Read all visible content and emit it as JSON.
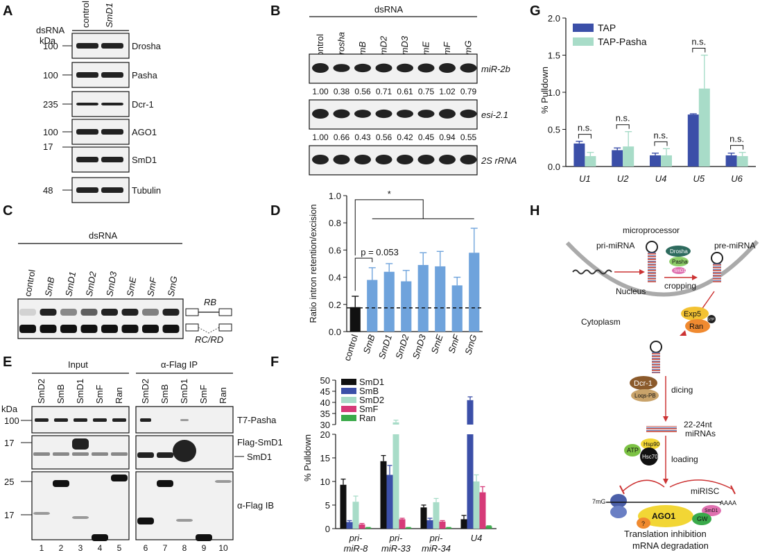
{
  "panels": {
    "A": {
      "label": "A",
      "y_caption": "dsRNA",
      "kda_caption": "kDa",
      "lanes": [
        "control",
        "SmD1"
      ],
      "blots": [
        {
          "marker": "100",
          "protein": "Drosha"
        },
        {
          "marker": "100",
          "protein": "Pasha"
        },
        {
          "marker": "235",
          "protein": "Dcr-1"
        },
        {
          "marker": "100",
          "protein": "AGO1"
        },
        {
          "marker": "17",
          "protein": "SmD1"
        },
        {
          "marker": "48",
          "protein": "Tubulin"
        }
      ]
    },
    "B": {
      "label": "B",
      "header": "dsRNA",
      "lanes": [
        "control",
        "Drosha",
        "SmB",
        "SmD2",
        "SmD3",
        "SmE",
        "SmF",
        "SmG"
      ],
      "blots": [
        {
          "name": "miR-2b",
          "values": [
            "1.00",
            "0.38",
            "0.56",
            "0.71",
            "0.61",
            "0.75",
            "1.02",
            "0.79"
          ]
        },
        {
          "name": "esi-2.1",
          "values": [
            "1.00",
            "0.66",
            "0.43",
            "0.56",
            "0.42",
            "0.45",
            "0.94",
            "0.55"
          ]
        },
        {
          "name": "2S rRNA",
          "values": []
        }
      ]
    },
    "C": {
      "label": "C",
      "header": "dsRNA",
      "lanes": [
        "control",
        "SmB",
        "SmD1",
        "SmD2",
        "SmD3",
        "SmE",
        "SmF",
        "SmG"
      ],
      "isoforms": [
        "RB",
        "RC/RD"
      ]
    },
    "E": {
      "label": "E",
      "group_input": "Input",
      "group_ip": "α-Flag IP",
      "kda_caption": "kDa",
      "lanes": [
        "SmD2",
        "SmB",
        "SmD1",
        "SmF",
        "Ran"
      ],
      "lane_numbers": [
        "1",
        "2",
        "3",
        "4",
        "5",
        "6",
        "7",
        "8",
        "9",
        "10"
      ],
      "markers": [
        "100",
        "17",
        "25",
        "17"
      ],
      "blot_labels": [
        "T7-Pasha",
        "Flag-SmD1",
        "SmD1",
        "α-Flag IB"
      ]
    },
    "H": {
      "label": "H",
      "microprocessor": "microprocessor",
      "pri": "pri-miRNA",
      "pre": "pre-miRNA",
      "drosha": "Drosha",
      "pasha": "Pasha",
      "smd1": "SmD1",
      "cropping": "cropping",
      "nucleus": "Nucleus",
      "cytoplasm": "Cytoplasm",
      "exp5": "Exp5",
      "ran": "Ran",
      "gtp": "GTP",
      "dcr": "Dcr-1",
      "logs": "Loqs-PB",
      "dicing": "dicing",
      "mirnas_1": "22-24nt",
      "mirnas_2": "miRNAs",
      "hsp90": "Hsp90",
      "atp": "ATP",
      "hsc70": "Hsc70",
      "loading": "loading",
      "mirisc": "miRISC",
      "cap": "7mG",
      "polya": "AAAA",
      "ago1": "AGO1",
      "gw": "GW",
      "q": "?",
      "out1": "Translation inhibition",
      "out2": "mRNA degradation"
    }
  },
  "colors": {
    "blue": "#3b4fa8",
    "mint": "#a8dcc8",
    "black": "#111111",
    "sky": "#6fa3dc",
    "magenta": "#d63a78",
    "green": "#3aaa4a",
    "red": "#cc3333"
  },
  "chart_data": [
    {
      "panel": "D",
      "type": "bar",
      "label": "D",
      "categories": [
        "control",
        "SmB",
        "SmD1",
        "SmD2",
        "SmD3",
        "SmE",
        "SmF",
        "SmG"
      ],
      "values": [
        0.18,
        0.38,
        0.44,
        0.37,
        0.49,
        0.48,
        0.34,
        0.58
      ],
      "errors": [
        0.08,
        0.09,
        0.06,
        0.08,
        0.09,
        0.11,
        0.06,
        0.18
      ],
      "ylabel": "Ratio intron retention/excision",
      "ylim": [
        0,
        1.0
      ],
      "yticks": [
        "0.0",
        "0.2",
        "0.4",
        "0.6",
        "0.8",
        "1.0"
      ],
      "reference_line": 0.175,
      "annotations": [
        "p = 0.053",
        "*"
      ]
    },
    {
      "panel": "F",
      "type": "bar",
      "label": "F",
      "categories": [
        "pri-miR-8",
        "pri-miR-33",
        "pri-miR-34",
        "U4"
      ],
      "category_lines": [
        [
          "pri-",
          "miR-8"
        ],
        [
          "pri-",
          "miR-33"
        ],
        [
          "pri-",
          "miR-34"
        ],
        [
          "U4"
        ]
      ],
      "series": [
        {
          "name": "SmD1",
          "values": [
            9.3,
            14.3,
            4.5,
            2.0
          ],
          "errors": [
            1.2,
            1.2,
            0.5,
            0.8
          ]
        },
        {
          "name": "SmB",
          "values": [
            1.4,
            11.4,
            1.8,
            41.0
          ],
          "errors": [
            0.3,
            2.0,
            0.4,
            1.5
          ]
        },
        {
          "name": "SmD2",
          "values": [
            5.7,
            31.0,
            5.6,
            10.0
          ],
          "errors": [
            1.2,
            1.0,
            0.8,
            1.4
          ]
        },
        {
          "name": "SmF",
          "values": [
            0.9,
            2.0,
            1.5,
            7.7
          ],
          "errors": [
            0.2,
            0.2,
            0.2,
            1.2
          ]
        },
        {
          "name": "Ran",
          "values": [
            0.2,
            0.2,
            0.2,
            0.5
          ],
          "errors": [
            0.05,
            0.05,
            0.05,
            0.1
          ]
        }
      ],
      "ylabel": "% Pulldown",
      "broken_axis": {
        "lower": [
          0,
          20
        ],
        "upper": [
          30,
          50
        ]
      },
      "yticks": [
        "0",
        "5",
        "10",
        "15",
        "20",
        "30",
        "35",
        "40",
        "45",
        "50"
      ]
    },
    {
      "panel": "G",
      "type": "bar",
      "label": "G",
      "categories": [
        "U1",
        "U2",
        "U4",
        "U5",
        "U6"
      ],
      "series": [
        {
          "name": "TAP",
          "values": [
            0.31,
            0.22,
            0.15,
            0.7,
            0.15
          ],
          "errors": [
            0.03,
            0.03,
            0.03,
            0.01,
            0.03
          ]
        },
        {
          "name": "TAP-Pasha",
          "values": [
            0.14,
            0.27,
            0.15,
            1.05,
            0.14
          ],
          "errors": [
            0.05,
            0.2,
            0.09,
            0.45,
            0.05
          ]
        }
      ],
      "ylabel": "% Pulldown",
      "ylim": [
        0,
        2.0
      ],
      "yticks": [
        "0.0",
        "0.5",
        "1.0",
        "1.5",
        "2.0"
      ],
      "annotations": [
        "n.s.",
        "n.s.",
        "n.s.",
        "n.s.",
        "n.s."
      ]
    }
  ]
}
